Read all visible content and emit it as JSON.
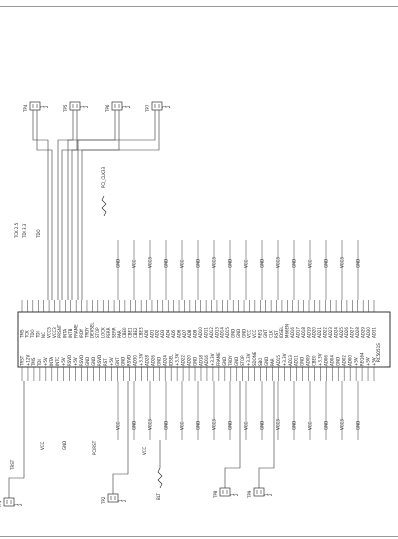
{
  "page": {
    "title": ""
  },
  "chip": {
    "name": "RC5051S",
    "left_pins": [
      "TMS",
      "TCK",
      "TDO",
      "TDI",
      "NC",
      "VCC5",
      "VCC3",
      "PRSNT",
      "INTA",
      "INTB",
      "FRAME",
      "IRDY",
      "TRDY",
      "DEVSEL",
      "STOP",
      "LOCK",
      "PERR",
      "SERR",
      "PAR",
      "CBE0",
      "CBE1",
      "CBE2",
      "CBE3",
      "AD0",
      "AD1",
      "AD2",
      "AD3",
      "AD4",
      "AD5",
      "AD6",
      "AD7",
      "AD8",
      "AD9",
      "AD10",
      "AD11",
      "AD12",
      "AD13",
      "AD14",
      "AD15",
      "GND",
      "GND",
      "GND",
      "VCC",
      "VCC",
      "REQ",
      "GNT",
      "CLK",
      "RST",
      "IDSEL",
      "M66EN",
      "AD16",
      "AD17",
      "AD18",
      "AD19",
      "AD20",
      "AD21",
      "AD22",
      "AD23",
      "AD24",
      "AD25",
      "AD26",
      "AD27",
      "AD28",
      "AD29",
      "AD30",
      "AD31"
    ],
    "right_pins": [
      "TRST",
      "+12V",
      "TMS",
      "TDI",
      "+5V",
      "INTA",
      "INTC",
      "+5V",
      "RSVD",
      "+5V",
      "RSVD",
      "GND",
      "GND",
      "RSVD",
      "RST",
      "+5V",
      "GNT",
      "GND",
      "RSVD",
      "AD30",
      "+3.3V",
      "AD28",
      "AD26",
      "GND",
      "AD24",
      "IDSEL",
      "+3.3V",
      "AD22",
      "AD20",
      "GND",
      "AD18",
      "AD16",
      "+3.3V",
      "FRAME",
      "GND",
      "TRDY",
      "GND",
      "STOP",
      "+3.3V",
      "SDONE",
      "SBO",
      "GND",
      "PAR",
      "AD15",
      "+3.3V",
      "AD13",
      "AD11",
      "GND",
      "AD09",
      "CBE0",
      "+3.3V",
      "AD06",
      "AD04",
      "GND",
      "AD02",
      "AD00",
      "+5V",
      "REQ64",
      "+5V",
      "+5V"
    ]
  },
  "top_connectors": [
    {
      "id": "TP4",
      "pins": [
        "1",
        "2"
      ]
    },
    {
      "id": "TP5",
      "pins": [
        "1",
        "2"
      ]
    },
    {
      "id": "TP6",
      "pins": [
        "1",
        "2"
      ]
    },
    {
      "id": "TP7",
      "pins": [
        "1",
        "2"
      ]
    }
  ],
  "top_labels": [
    "TCK 2.5",
    "TDI 3.3",
    "TDO",
    "PCI_CLK33"
  ],
  "bottom_connectors": [
    {
      "id": "TP1",
      "pins": [
        "1",
        "2"
      ]
    },
    {
      "id": "TP2",
      "pins": [
        "1",
        "2"
      ]
    },
    {
      "id": "TP8",
      "pins": [
        "1",
        "2"
      ]
    },
    {
      "id": "TP9",
      "pins": [
        "1",
        "2"
      ]
    }
  ],
  "bottom_labels": [
    "TRST",
    "VCC",
    "GND",
    "PCIRST",
    "VCC",
    "BLT"
  ],
  "net_labels_top": [
    "GND",
    "VCC",
    "VCC3",
    "GND",
    "VCC",
    "GND",
    "VCC3",
    "GND",
    "VCC",
    "GND",
    "VCC3",
    "GND",
    "VCC",
    "GND",
    "VCC3",
    "GND"
  ],
  "net_labels_bottom": [
    "VCC",
    "GND",
    "VCC3",
    "GND",
    "VCC",
    "GND",
    "VCC3",
    "GND",
    "VCC",
    "GND",
    "VCC3",
    "GND",
    "VCC",
    "GND",
    "VCC3",
    "GND"
  ],
  "colors": {
    "line": "#333333",
    "text": "#222222",
    "rule": "#9a9a9a"
  }
}
